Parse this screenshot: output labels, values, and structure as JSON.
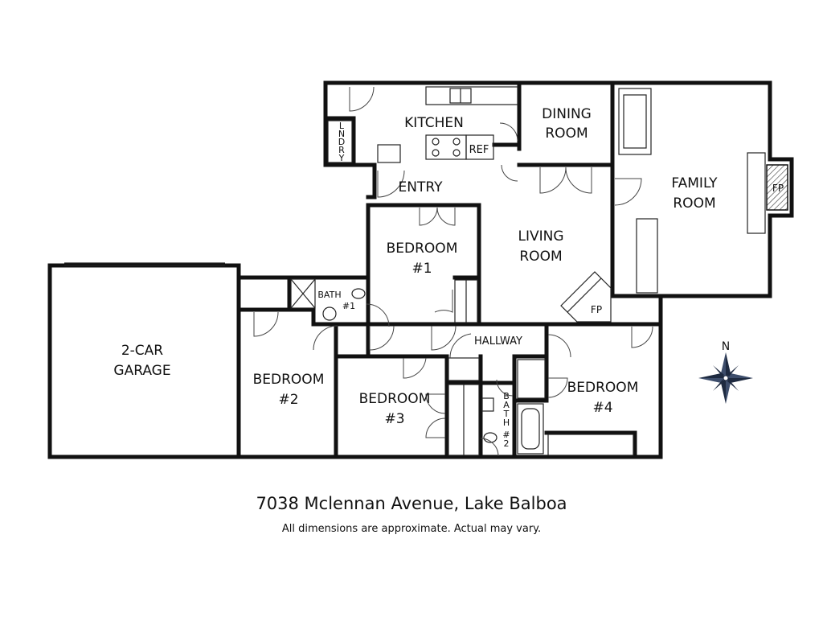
{
  "rooms": {
    "kitchen": "KITCHEN",
    "dining_1": "DINING",
    "dining_2": "ROOM",
    "laundry": [
      "L",
      "N",
      "D",
      "R",
      "Y"
    ],
    "ref": "REF",
    "entry": "ENTRY",
    "family_1": "FAMILY",
    "family_2": "ROOM",
    "fp_family": "FP",
    "living_1": "LIVING",
    "living_2": "ROOM",
    "fp_living": "FP",
    "bedroom1_1": "BEDROOM",
    "bedroom1_2": "#1",
    "bath1_1": "BATH",
    "bath1_2": "#1",
    "garage_1": "2-CAR",
    "garage_2": "GARAGE",
    "bedroom2_1": "BEDROOM",
    "bedroom2_2": "#2",
    "bedroom3_1": "BEDROOM",
    "bedroom3_2": "#3",
    "hallway": "HALLWAY",
    "bath2": [
      "B",
      "A",
      "T",
      "H",
      "#",
      "2"
    ],
    "bedroom4_1": "BEDROOM",
    "bedroom4_2": "#4"
  },
  "compass": {
    "north": "N"
  },
  "footer": {
    "address": "7038 Mclennan Avenue, Lake Balboa",
    "disclaimer": "All dimensions are approximate. Actual may vary."
  }
}
